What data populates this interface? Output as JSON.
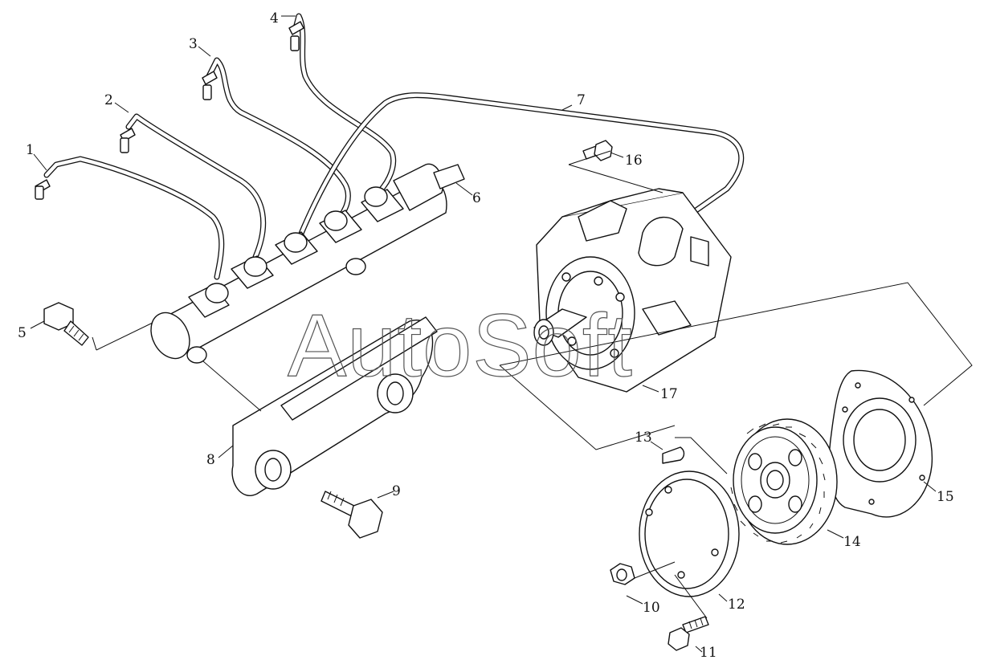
{
  "diagram": {
    "labels": [
      "1",
      "2",
      "3",
      "4",
      "5",
      "6",
      "7",
      "8",
      "9",
      "10",
      "11",
      "12",
      "13",
      "14",
      "15",
      "16",
      "17"
    ],
    "watermark": "AutoSoft"
  }
}
